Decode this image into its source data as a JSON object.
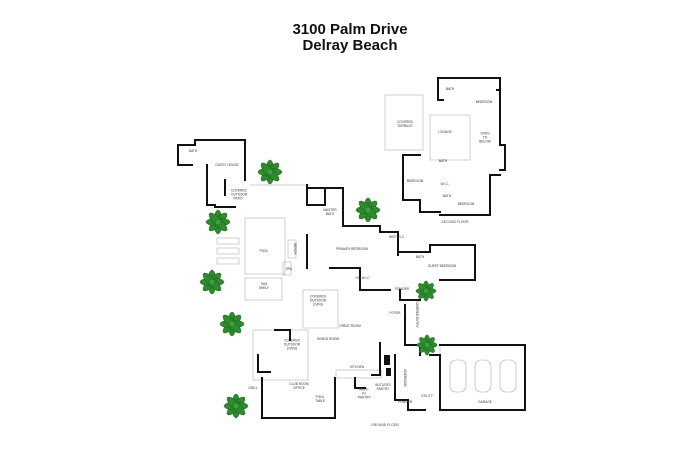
{
  "title": {
    "line1": "3100 Palm Drive",
    "line2": "Delray Beach"
  },
  "floors": {
    "second": "Second Floor",
    "ground": "Ground Floor"
  },
  "rooms": {
    "sf_bath1": {
      "name": "Bath"
    },
    "sf_bedroom1": {
      "name": "Bedroom"
    },
    "sf_terrace": {
      "name": "Covered Terrace"
    },
    "sf_lounge": {
      "name": "Lounge"
    },
    "sf_open": {
      "name": "Open to Below"
    },
    "sf_bedroom2": {
      "name": "Bedroom"
    },
    "sf_bath2": {
      "name": "Bath"
    },
    "sf_wic": {
      "name": "W.I.C."
    },
    "sf_bath3": {
      "name": "Bath"
    },
    "sf_bedroom3": {
      "name": "Bedroom"
    },
    "gh_bath": {
      "name": "Bath"
    },
    "gh_house": {
      "name": "Guest House"
    },
    "gh_patio": {
      "name": "Covered Outdoor Patio"
    },
    "master_bath": {
      "name": "Master Bath"
    },
    "primary_bedroom": {
      "name": "Primary Bedroom"
    },
    "her_wic": {
      "name": "Her W.I.C."
    },
    "guest_bath": {
      "name": "Bath"
    },
    "guest_bedroom": {
      "name": "Guest Bedroom"
    },
    "his_wic": {
      "name": "His W.I.C."
    },
    "powder1": {
      "name": "Powder"
    },
    "bench": {
      "name": "Bench"
    },
    "pool": {
      "name": "Pool"
    },
    "spa": {
      "name": "Spa"
    },
    "sun_shelf": {
      "name": "Sun Shelf"
    },
    "cov_outdoor_living1": {
      "name": "Covered Outdoor Living"
    },
    "great_room": {
      "name": "Great Room"
    },
    "foyer": {
      "name": "Foyer"
    },
    "covered_entry": {
      "name": "Covered Entry"
    },
    "dining_room": {
      "name": "Dining Room"
    },
    "cov_outdoor_living2": {
      "name": "Covered Outdoor Living"
    },
    "kitchen": {
      "name": "Kitchen"
    },
    "club_room": {
      "name": "Club Room Office"
    },
    "pool_table": {
      "name": "Pool Table"
    },
    "walk_in_pantry": {
      "name": "Walk-In Pantry"
    },
    "butlers_pantry": {
      "name": "Butler's Pantry"
    },
    "mudroom": {
      "name": "Mudroom"
    },
    "powder2": {
      "name": "Powder"
    },
    "utility": {
      "name": "Utility"
    },
    "garage": {
      "name": "Garage"
    },
    "grill": {
      "name": "Grill"
    }
  },
  "colors": {
    "wall": "#111111",
    "line": "#bbbbbb",
    "palm": "#2e8b2e"
  }
}
